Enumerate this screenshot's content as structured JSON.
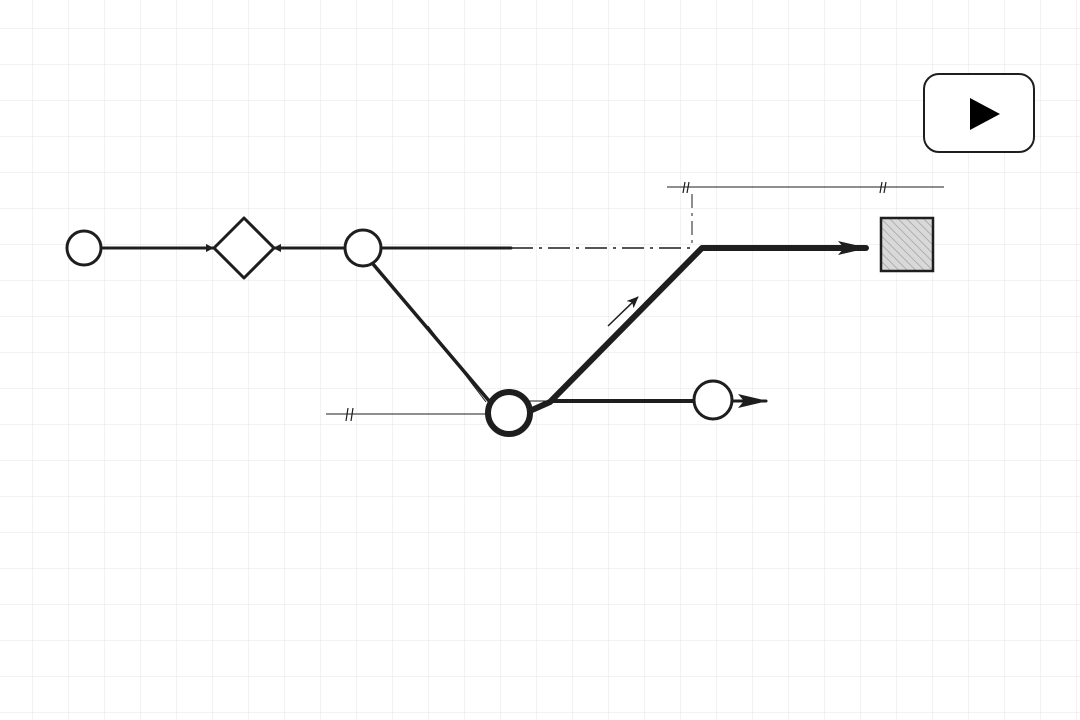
{
  "diagram": {
    "nodes": [
      {
        "id": "start",
        "shape": "circle",
        "role": "plain"
      },
      {
        "id": "decision",
        "shape": "diamond",
        "role": "plain"
      },
      {
        "id": "junction",
        "shape": "circle",
        "role": "plain"
      },
      {
        "id": "hub",
        "shape": "circle",
        "role": "emphasized"
      },
      {
        "id": "terminal",
        "shape": "circle",
        "role": "plain"
      },
      {
        "id": "target",
        "shape": "square",
        "role": "hatched"
      }
    ],
    "edges": [
      {
        "from": "start",
        "to": "decision",
        "style": "solid"
      },
      {
        "from": "decision",
        "to": "junction",
        "style": "solid"
      },
      {
        "from": "junction",
        "to": "target",
        "style": "dash-dot"
      },
      {
        "from": "junction",
        "to": "hub",
        "style": "solid"
      },
      {
        "from": "hub",
        "to": "target",
        "style": "thick-arrow"
      },
      {
        "from": "hub",
        "to": "terminal",
        "style": "thick"
      },
      {
        "from": "terminal",
        "to": "out",
        "style": "arrow"
      }
    ],
    "colors": {
      "background": "#ffffff",
      "grid": "#e6e6e6",
      "stroke": "#1e1e1e",
      "hatch": "#9a9a9a",
      "square_fill": "#d9d9d9"
    }
  },
  "controls": {
    "play_icon": "play-icon"
  }
}
